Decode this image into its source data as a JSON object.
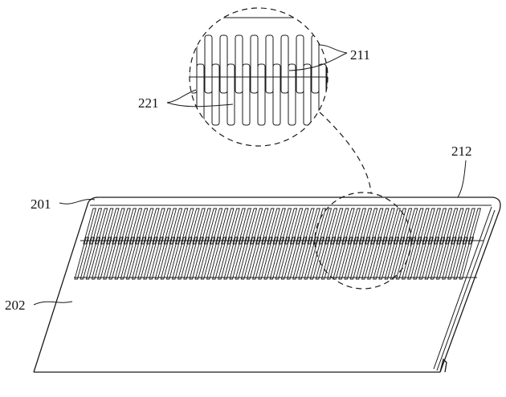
{
  "figure": {
    "labels": {
      "ref_201": "201",
      "ref_202": "202",
      "ref_211": "211",
      "ref_212": "212",
      "ref_221": "221"
    }
  }
}
